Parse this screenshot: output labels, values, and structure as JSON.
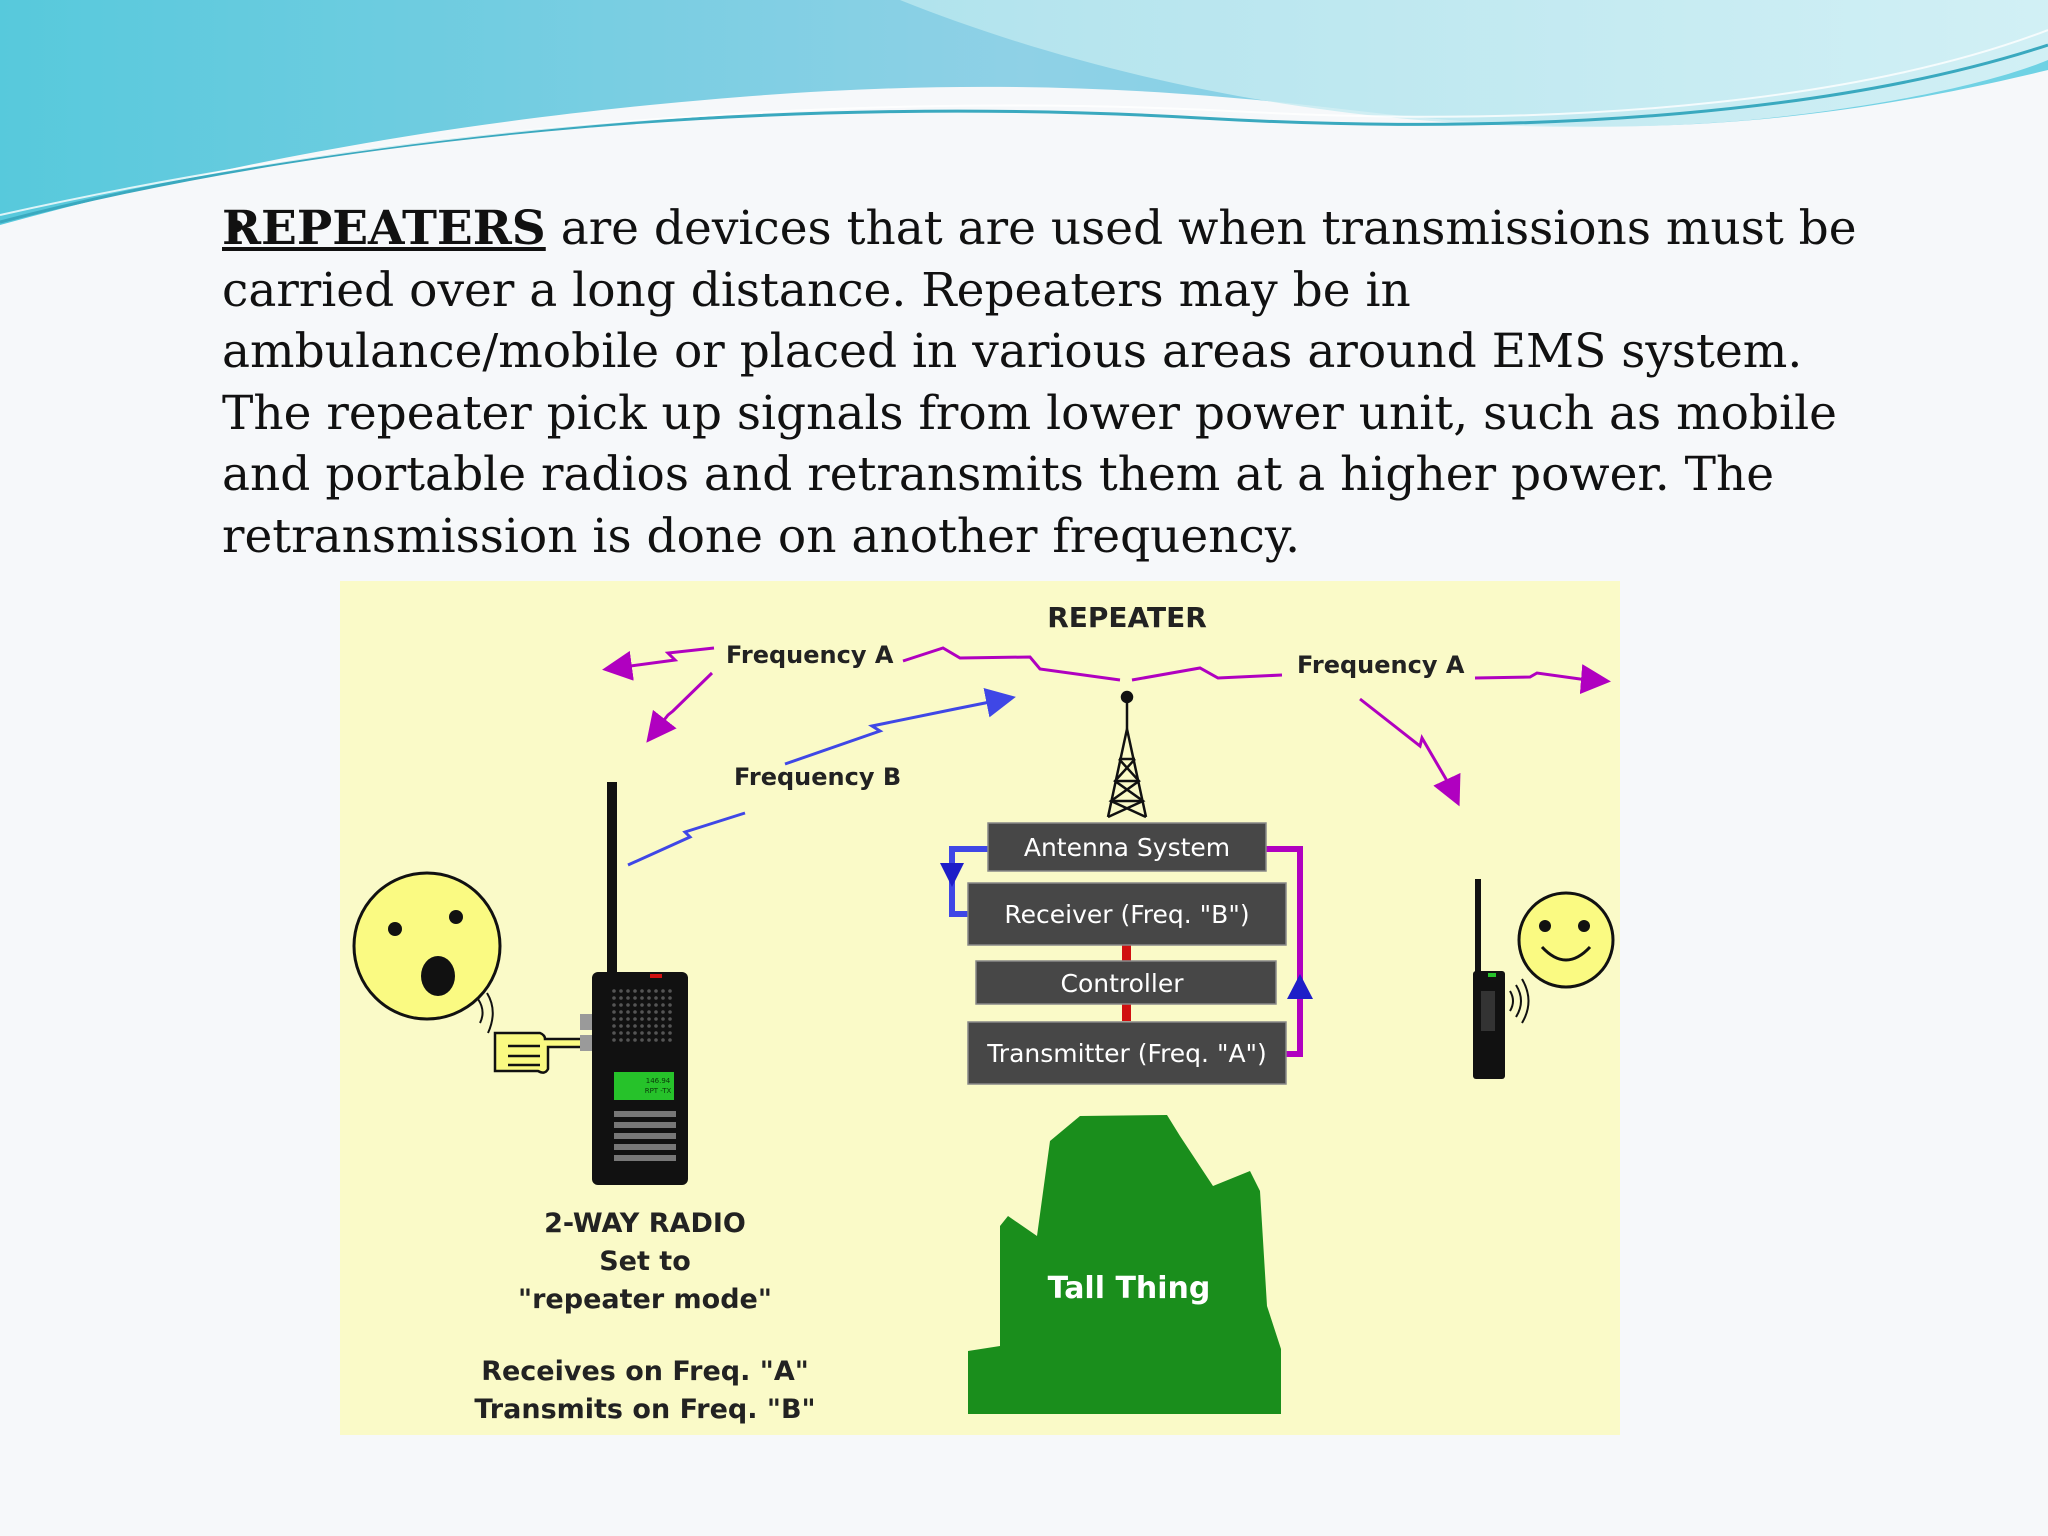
{
  "colors": {
    "slide_background": "#f6f8fa",
    "wave_top": "#5cc6d8",
    "diagram_background": "#fafac8",
    "frequency_a": "#b000c0",
    "frequency_b": "#3f47e6",
    "box_fill": "#474747",
    "tall_thing": "#1a8e1c",
    "face": "#fafa82"
  },
  "text": {
    "keyword": "REPEATERS",
    "line1_rest": " are devices that are used when transmissions must be",
    "line2": "carried over a long distance. Repeaters may be in",
    "line3": "ambulance/mobile or placed in various areas around EMS system.",
    "line4": "The repeater pick up signals from lower power unit, such as mobile",
    "line5": "and portable radios and retransmits them at a higher power. The",
    "line6": "retransmission is done on another frequency."
  },
  "diagram": {
    "title": "REPEATER",
    "freq_a_left": "Frequency A",
    "freq_a_right": "Frequency A",
    "freq_b": "Frequency B",
    "boxes": {
      "antenna": "Antenna System",
      "receiver": "Receiver (Freq. \"B\")",
      "controller": "Controller",
      "transmitter": "Transmitter (Freq. \"A\")"
    },
    "tall_thing": "Tall Thing",
    "radio_label": {
      "line1": "2-WAY RADIO",
      "line2": "Set to",
      "line3": "\"repeater mode\"",
      "line4": "Receives on Freq. \"A\"",
      "line5": "Transmits on Freq. \"B\""
    },
    "radio_screen": {
      "line1": "146.94",
      "line2": "RPT -TX"
    }
  }
}
